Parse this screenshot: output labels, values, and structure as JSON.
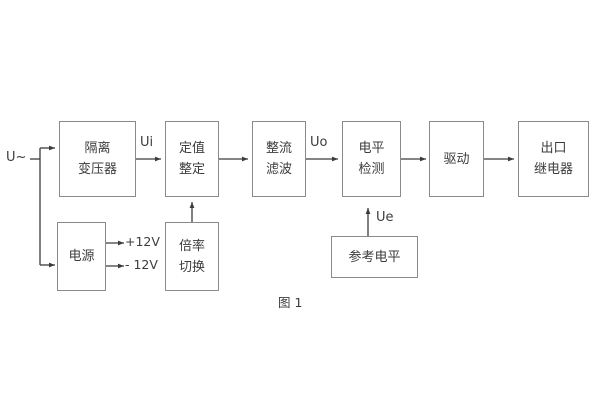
{
  "figure": {
    "caption": "图 1",
    "background": "#ffffff",
    "line_color": "#3c3c3c",
    "box_border_color": "#8a8a8a",
    "text_color": "#3c3c3c"
  },
  "input": {
    "source_label": "U~"
  },
  "blocks": [
    {
      "id": "isolation-transformer",
      "lines": [
        "隔离",
        "变压器"
      ]
    },
    {
      "id": "setting-value",
      "lines": [
        "定值",
        "整定"
      ]
    },
    {
      "id": "rectify-filter",
      "lines": [
        "整流",
        "滤波"
      ]
    },
    {
      "id": "level-detection",
      "lines": [
        "电平",
        "检测"
      ]
    },
    {
      "id": "drive",
      "lines": [
        "驱动"
      ]
    },
    {
      "id": "output-relay",
      "lines": [
        "出口",
        "继电器"
      ]
    },
    {
      "id": "power-supply",
      "lines": [
        "电源"
      ]
    },
    {
      "id": "ratio-switch",
      "lines": [
        "倍率",
        "切换"
      ]
    },
    {
      "id": "reference-level",
      "lines": [
        "参考电平"
      ]
    }
  ],
  "signals": {
    "ui": "Ui",
    "uo": "Uo",
    "ue": "Ue",
    "rail_positive": "+12V",
    "rail_negative": "- 12V"
  }
}
